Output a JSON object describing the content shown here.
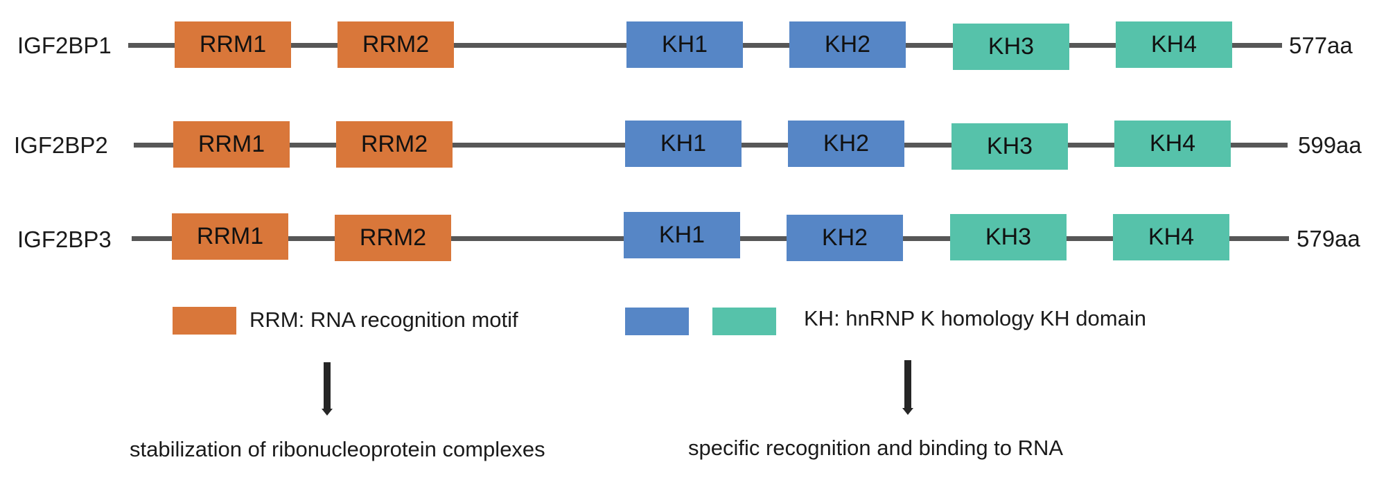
{
  "colors": {
    "rrm": "#D9773A",
    "kh_blue": "#5686C6",
    "kh_green": "#56C2AA",
    "backbone": "#575757"
  },
  "proteins": [
    {
      "name": "IGF2BP1",
      "length": "577aa",
      "domains": [
        "RRM1",
        "RRM2",
        "KH1",
        "KH2",
        "KH3",
        "KH4"
      ]
    },
    {
      "name": "IGF2BP2",
      "length": "599aa",
      "domains": [
        "RRM1",
        "RRM2",
        "KH1",
        "KH2",
        "KH3",
        "KH4"
      ]
    },
    {
      "name": "IGF2BP3",
      "length": "579aa",
      "domains": [
        "RRM1",
        "RRM2",
        "KH1",
        "KH2",
        "KH3",
        "KH4"
      ]
    }
  ],
  "legend": {
    "rrm": "RRM: RNA recognition motif",
    "kh": "KH: hnRNP K homology KH domain"
  },
  "functions": {
    "rrm": "stabilization of ribonucleoprotein complexes",
    "kh": "specific recognition and binding to RNA"
  }
}
